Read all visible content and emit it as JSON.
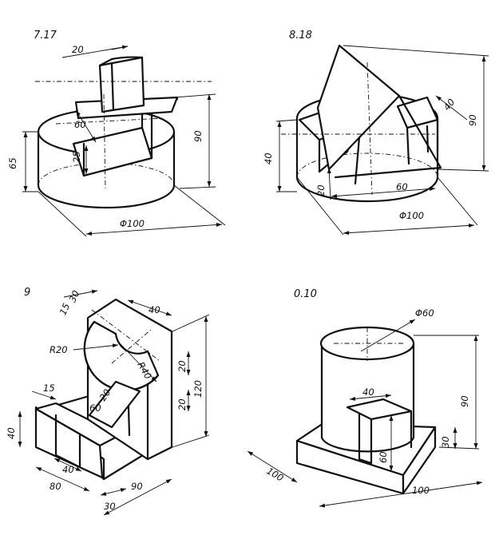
{
  "figures": [
    {
      "label": "7.17",
      "dims": {
        "d1": "20",
        "d2": "60",
        "d3": "25",
        "d4": "65",
        "d5": "90",
        "d6": "Φ100"
      }
    },
    {
      "label": "8.18",
      "dims": {
        "d1": "40",
        "d2": "90",
        "d3": "40",
        "d4": "20",
        "d5": "60",
        "d6": "Φ100"
      }
    },
    {
      "label": "9",
      "dims": {
        "d1": "30",
        "d2": "15",
        "d3": "40",
        "d4": "R20",
        "d5": "R40",
        "d6": "20",
        "d7": "120",
        "d8": "20",
        "d9": "15",
        "d10": "20",
        "d11": "60",
        "d12": "40",
        "d13": "40",
        "d14": "80",
        "d15": "30",
        "d16": "90"
      }
    },
    {
      "label": "0.10",
      "dims": {
        "d1": "Φ60",
        "d2": "40",
        "d3": "90",
        "d4": "30",
        "d5": "60",
        "d6": "100",
        "d7": "100"
      }
    }
  ]
}
